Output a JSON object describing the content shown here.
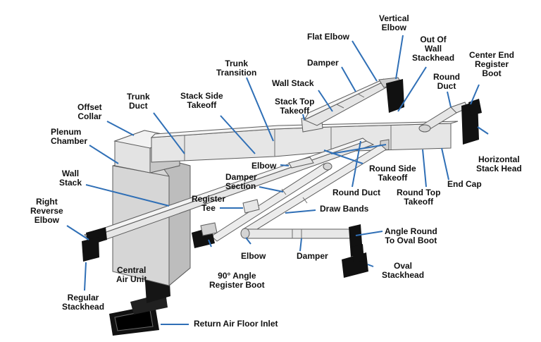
{
  "colors": {
    "duct_face": "#e3e3e3",
    "duct_top": "#f2f2f2",
    "duct_side": "#c7c7c7",
    "duct_edge": "#5c5c5c",
    "unit_face": "#d6d6d6",
    "unit_shade": "#b9b9b9",
    "dark_part": "#111111",
    "leader": "#2f6fb6",
    "label_text": "#111111"
  },
  "labels": {
    "vertical_elbow": "Vertical\nElbow",
    "flat_elbow": "Flat Elbow",
    "out_of_wall_stackhead": "Out Of\nWall\nStackhead",
    "center_end_register_boot": "Center End\nRegister\nBoot",
    "damper_top": "Damper",
    "trunk_transition": "Trunk\nTransition",
    "round_duct_top": "Round\nDuct",
    "wall_stack_top": "Wall Stack",
    "stack_top_takeoff": "Stack Top\nTakeoff",
    "trunk_duct": "Trunk\nDuct",
    "stack_side_takeoff": "Stack Side\nTakeoff",
    "offset_collar": "Offset\nCollar",
    "plenum_chamber": "Plenum\nChamber",
    "elbow_mid": "Elbow",
    "damper_section": "Damper\nSection",
    "round_side_takeoff": "Round Side\nTakeoff",
    "horizontal_stack_head": "Horizontal\nStack Head",
    "wall_stack_left": "Wall\nStack",
    "round_duct_mid": "Round Duct",
    "end_cap": "End Cap",
    "round_top_takeoff": "Round Top\nTakeoff",
    "register_tee": "Register\nTee",
    "draw_bands": "Draw Bands",
    "right_reverse_elbow": "Right\nReverse\nElbow",
    "angle_round_to_oval_boot": "Angle Round\nTo Oval Boot",
    "elbow_bottom": "Elbow",
    "damper_bottom": "Damper",
    "oval_stackhead": "Oval\nStackhead",
    "central_air_unit": "Central\nAir Unit",
    "ninety_angle_register_boot": "90° Angle\nRegister Boot",
    "regular_stackhead": "Regular\nStackhead",
    "return_air_floor_inlet": "Return Air Floor Inlet"
  }
}
